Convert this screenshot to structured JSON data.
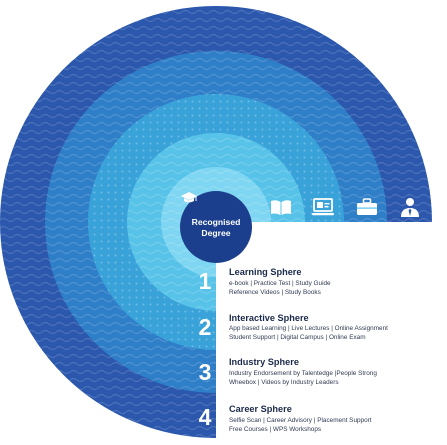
{
  "center": {
    "line1": "Recognised",
    "line2": "Degree"
  },
  "colors": {
    "ring1": "#2b57ad",
    "ring2": "#2f7ec8",
    "ring3": "#39a2d9",
    "ring4": "#58c3e9",
    "ring5": "#7fd6f2",
    "center": "#1b3f8c",
    "panel": "#ffffff"
  },
  "icons": [
    "book-icon",
    "computer-icon",
    "briefcase-icon",
    "user-tie-icon"
  ],
  "spheres": [
    {
      "number": "1",
      "title": "Learning Sphere",
      "line1": "e-book | Practice Test | Study Guide",
      "line2": "Reference Videos | Study Books"
    },
    {
      "number": "2",
      "title": "Interactive Sphere",
      "line1": "App based Learning | Live Lectures | Online Assignment",
      "line2": "Student Support | Digital Campus | Online Exam"
    },
    {
      "number": "3",
      "title": "Industry Sphere",
      "line1": "Industry Endorsement by  Talentedge |People Strong",
      "line2": "Wheebox | Videos by Industry Leaders"
    },
    {
      "number": "4",
      "title": "Career Sphere",
      "line1": "Selfie Scan | Career Advisory | Placement Support",
      "line2": "Free Courses | WPS Workshops"
    }
  ]
}
